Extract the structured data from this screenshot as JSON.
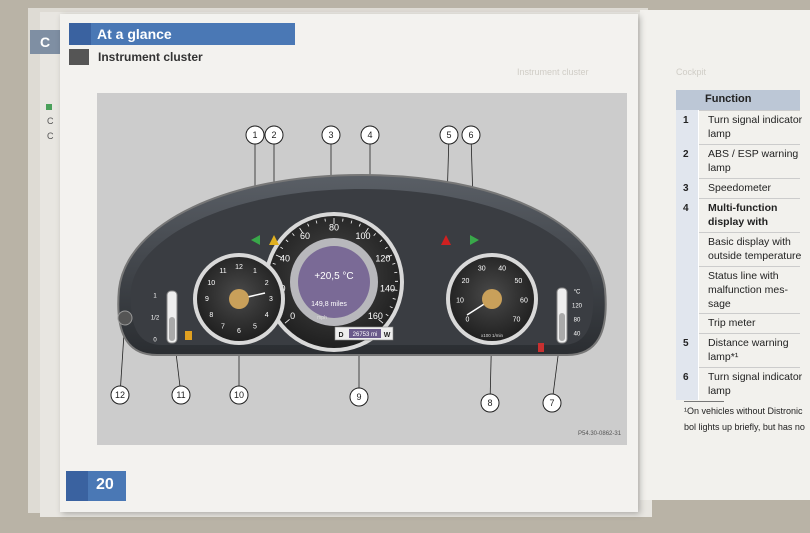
{
  "header": {
    "title": "At a glance",
    "subtitle": "Instrument cluster",
    "behind_tab": "C"
  },
  "ghost": {
    "left_c1": "C",
    "left_c2": "C",
    "running_head_1": "Instrument cluster",
    "running_head_2": "Cockpit"
  },
  "page_number": "20",
  "figure": {
    "code": "P54.30-0862-31",
    "callouts": [
      "1",
      "2",
      "3",
      "4",
      "5",
      "6",
      "7",
      "8",
      "9",
      "10",
      "11",
      "12"
    ],
    "speedometer": {
      "ticks": [
        "0",
        "20",
        "40",
        "60",
        "80",
        "100",
        "120",
        "140",
        "160"
      ],
      "unit": "mph"
    },
    "display": {
      "temp": "+20,5 °C",
      "trip": "149,8 miles",
      "odometer": "26753 mi",
      "left_letter": "D",
      "right_letter": "W"
    },
    "clock": {
      "ticks": [
        "12",
        "1",
        "2",
        "3",
        "4",
        "5",
        "6",
        "7",
        "8",
        "9",
        "10",
        "11"
      ]
    },
    "tachometer": {
      "ticks": [
        "0",
        "10",
        "20",
        "30",
        "40",
        "50",
        "60",
        "70"
      ],
      "unit": "x100 1/min"
    },
    "fuel_gauge": {
      "labels": [
        "1",
        "1/2",
        "0"
      ]
    },
    "coolant_gauge": {
      "labels": [
        "°C",
        "120",
        "80",
        "40"
      ]
    }
  },
  "table": {
    "header": "Function",
    "rows": [
      {
        "num": "1",
        "lines": [
          "Turn signal indicator",
          "lamp"
        ],
        "bold": false
      },
      {
        "num": "2",
        "lines": [
          "ABS / ESP warning",
          "lamp"
        ],
        "bold": false
      },
      {
        "num": "3",
        "lines": [
          "Speedometer"
        ],
        "bold": false
      },
      {
        "num": "4",
        "lines": [
          "Multi-function",
          "display with"
        ],
        "bold": true
      },
      {
        "num": "",
        "lines": [
          "Basic display with",
          "outside temperature"
        ],
        "bold": false
      },
      {
        "num": "",
        "lines": [
          "Status line with",
          "malfunction mes-",
          "sage"
        ],
        "bold": false
      },
      {
        "num": "",
        "lines": [
          "Trip meter"
        ],
        "bold": false
      },
      {
        "num": "5",
        "lines": [
          "Distance warning",
          "lamp*¹"
        ],
        "bold": false
      },
      {
        "num": "6",
        "lines": [
          "Turn signal indicator",
          "lamp"
        ],
        "bold": false
      }
    ],
    "footnote": [
      "¹On vehicles without Distronic",
      "bol lights up briefly, but has no"
    ]
  },
  "colors": {
    "accent": "#4a78b5",
    "accent_dark": "#3a62a0",
    "table_header": "#bcc7d6",
    "figure_bg": "#cccccc"
  }
}
